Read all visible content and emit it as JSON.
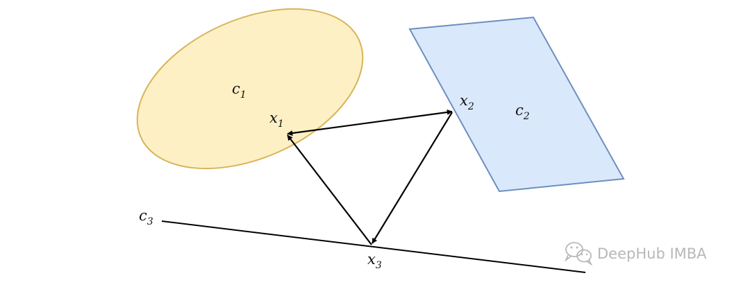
{
  "labels": {
    "c1": {
      "base": "c",
      "sub": "1"
    },
    "c2": {
      "base": "c",
      "sub": "2"
    },
    "c3": {
      "base": "c",
      "sub": "3"
    },
    "x1": {
      "base": "x",
      "sub": "1"
    },
    "x2": {
      "base": "x",
      "sub": "2"
    },
    "x3": {
      "base": "x",
      "sub": "3"
    }
  },
  "watermark": {
    "text": "DeepHub IMBA"
  },
  "colors": {
    "ellipse_fill": "#fdf0c4",
    "ellipse_stroke": "#d8b45a",
    "parallelogram_fill": "#dae8fc",
    "parallelogram_stroke": "#6c8ebf",
    "line": "#000000",
    "arrow": "#000000",
    "watermark": "#b8b8b8"
  }
}
